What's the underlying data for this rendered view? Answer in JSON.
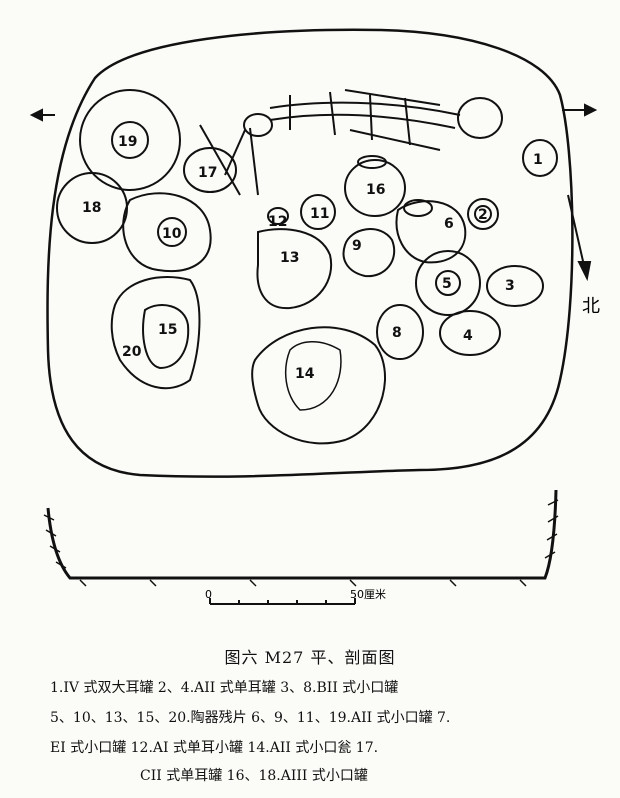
{
  "figure": {
    "caption": "图六   M27 平、剖面图",
    "north_label": "北",
    "scale_label_start": "0",
    "scale_label_end": "50厘米"
  },
  "artifact_labels": [
    "1",
    "2",
    "3",
    "4",
    "5",
    "6",
    "8",
    "9",
    "10",
    "11",
    "12",
    "13",
    "14",
    "15",
    "16",
    "17",
    "18",
    "19",
    "20"
  ],
  "legend": {
    "line1": "1.IV 式双大耳罐  2、4.AII 式单耳罐  3、8.BII 式小口罐",
    "line2": "5、10、13、15、20.陶器残片  6、9、11、19.AII 式小口罐  7.",
    "line3": "EI 式小口罐  12.AI 式单耳小罐  14.AII 式小口瓮  17.",
    "line4": "CII 式单耳罐  16、18.AIII 式小口罐"
  }
}
